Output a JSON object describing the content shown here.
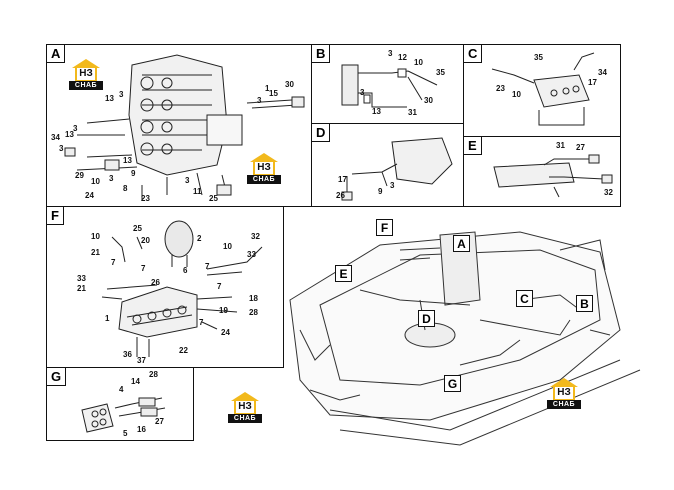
{
  "panels": {
    "A": {
      "label": "A",
      "numbers": [
        "13",
        "3",
        "1",
        "3",
        "15",
        "30",
        "34",
        "13",
        "3",
        "3",
        "13",
        "29",
        "10",
        "3",
        "8",
        "9",
        "3",
        "11",
        "24",
        "23",
        "25"
      ]
    },
    "B": {
      "label": "B",
      "numbers": [
        "3",
        "12",
        "10",
        "35",
        "3",
        "30",
        "13",
        "31"
      ]
    },
    "C": {
      "label": "C",
      "numbers": [
        "35",
        "34",
        "23",
        "10",
        "17"
      ]
    },
    "D": {
      "label": "D",
      "numbers": [
        "17",
        "9",
        "3",
        "26"
      ]
    },
    "E": {
      "label": "E",
      "numbers": [
        "31",
        "27",
        "32"
      ]
    },
    "F": {
      "label": "F",
      "numbers": [
        "10",
        "25",
        "20",
        "2",
        "32",
        "21",
        "7",
        "6",
        "10",
        "7",
        "33",
        "7",
        "33",
        "21",
        "26",
        "7",
        "18",
        "1",
        "19",
        "28",
        "7",
        "24",
        "36",
        "22",
        "37"
      ]
    },
    "G": {
      "label": "G",
      "numbers": [
        "28",
        "4",
        "14",
        "5",
        "27",
        "16"
      ]
    }
  },
  "main_callouts": [
    "F",
    "A",
    "E",
    "D",
    "C",
    "B",
    "G"
  ],
  "logo": {
    "mark": "НЗ",
    "text": "СНАБ"
  },
  "colors": {
    "logo_yellow": "#f2b91c",
    "line": "#111111"
  }
}
